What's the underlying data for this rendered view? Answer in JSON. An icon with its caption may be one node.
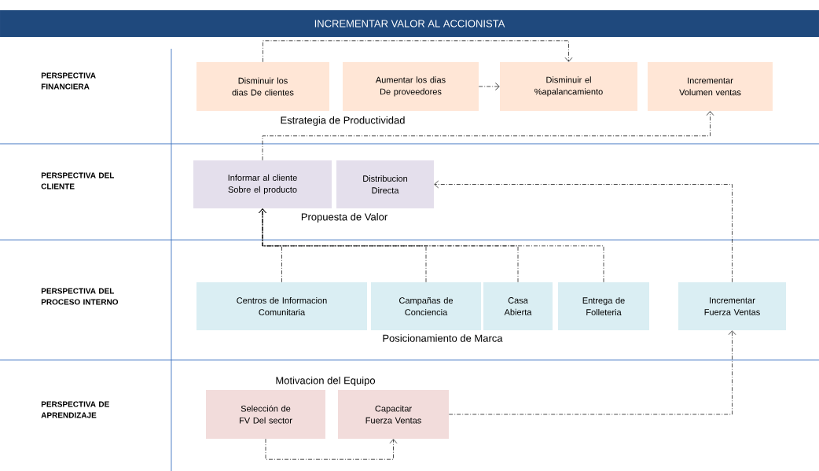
{
  "diagram": {
    "title": "INCREMENTAR VALOR AL ACCIONISTA",
    "nodes": [
      {
        "text": [
          "Disminuir los dias De clientes"
        ]
      },
      {
        "text": [
          "Aumentar los dias De proveedores"
        ]
      },
      {
        "text": [
          "Disminuir el %apalancamiento"
        ]
      },
      {
        "text": [
          "Incrementar Volumen ventas"
        ]
      },
      {
        "text": [
          "Informar al cliente Sobre el producto"
        ]
      },
      {
        "text": [
          "Distribucion Directa"
        ]
      },
      {
        "text": [
          "Centros de Informacion Comunitaria"
        ]
      },
      {
        "text": [
          "Campañas de Conciencia"
        ]
      },
      {
        "text": [
          "Casa Abierta"
        ]
      },
      {
        "text": [
          "Entrega de Folleteria"
        ]
      },
      {
        "text": [
          "Incrementar Fuerza Ventas"
        ]
      },
      {
        "text": [
          "Selección de FV Del sector"
        ]
      },
      {
        "text": [
          "Capacitar Fuerza Ventas"
        ]
      }
    ],
    "edges": [
      {
        "from": 0,
        "to": 2,
        "arrow": "to",
        "style": "dashed"
      },
      {
        "from": 1,
        "to": 2,
        "arrow": "to",
        "style": "dashed"
      },
      {
        "from": 4,
        "to": 3,
        "arrow": "to",
        "style": "dashed"
      },
      {
        "from": 10,
        "to": 5,
        "arrow": "to",
        "style": "dashed"
      },
      {
        "from": 6,
        "to": 4,
        "arrow": "to",
        "style": "dashed"
      },
      {
        "from": 7,
        "to": 4,
        "arrow": "to",
        "style": "dashed"
      },
      {
        "from": 8,
        "to": 4,
        "arrow": "to",
        "style": "dashed"
      },
      {
        "from": 9,
        "to": 4,
        "arrow": "to",
        "style": "dashed"
      },
      {
        "from": 11,
        "to": 12,
        "arrow": "to",
        "style": "dashed"
      },
      {
        "from": 12,
        "to": 10,
        "arrow": "to",
        "style": "dashed"
      }
    ],
    "labels": [
      "PERSPECTIVA FINANCIERA",
      "Estrategia de Productividad",
      "PERSPECTIVA DEL CLIENTE",
      "Propuesta de Valor",
      "PERSPECTIVA DEL PROCESO INTERNO",
      "Posicionamiento de Marca",
      "PERSPECTIVA DE APRENDIZAJE",
      "Motivacion del Equipo"
    ]
  }
}
